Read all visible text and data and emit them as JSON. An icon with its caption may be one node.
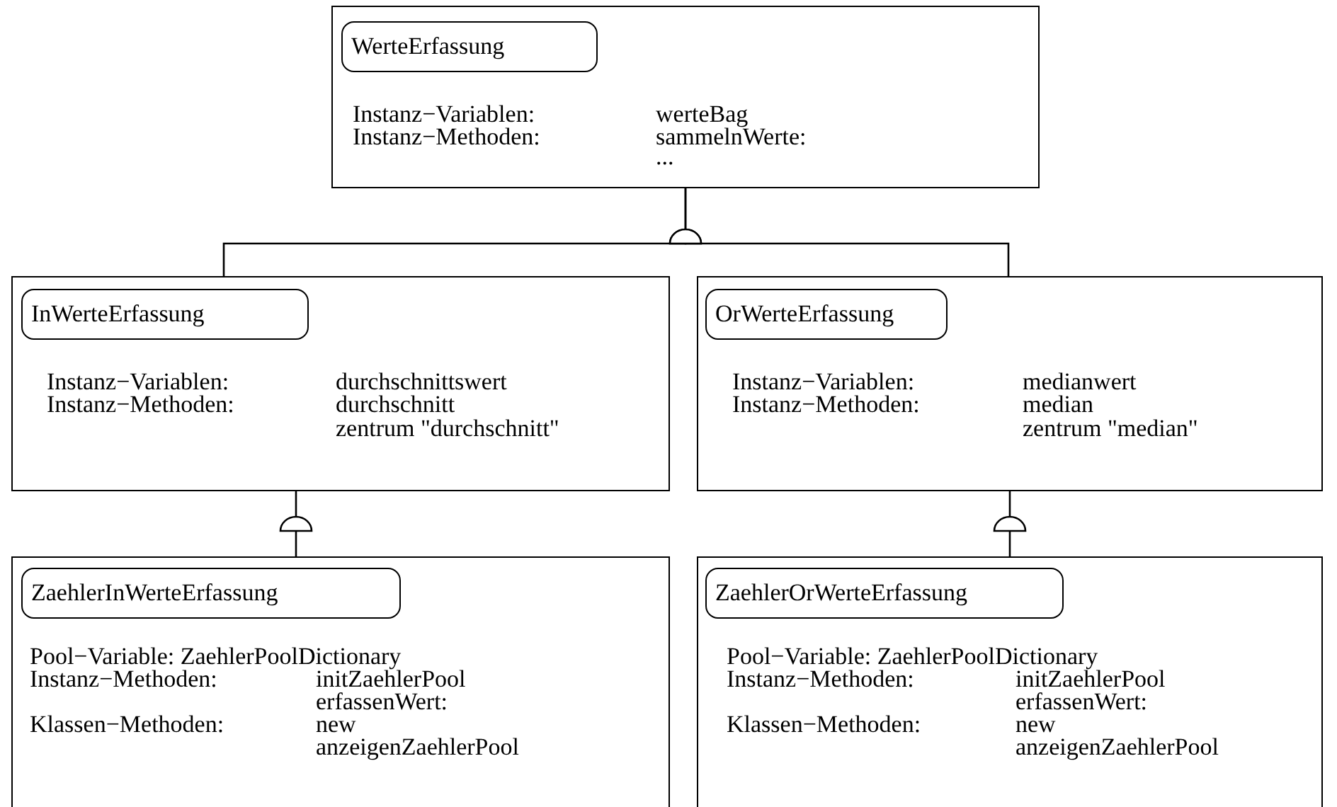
{
  "diagram": {
    "nodes": [
      {
        "text": [
          "WerteErfassung",
          "Instanz−Variablen:",
          "werteBag",
          "Instanz−Methoden:",
          "sammelnWerte:",
          "..."
        ]
      },
      {
        "text": [
          "InWerteErfassung",
          "Instanz−Variablen:",
          "durchschnittswert",
          "Instanz−Methoden:",
          "durchschnitt",
          "zentrum \"durchschnitt\""
        ]
      },
      {
        "text": [
          "OrWerteErfassung",
          "Instanz−Variablen:",
          "medianwert",
          "Instanz−Methoden:",
          "median",
          "zentrum \"median\""
        ]
      },
      {
        "text": [
          "ZaehlerInWerteErfassung",
          "Pool−Variable: ZaehlerPoolDictionary",
          "Instanz−Methoden:",
          "initZaehlerPool",
          "erfassenWert:",
          "Klassen−Methoden:",
          "new",
          "anzeigenZaehlerPool"
        ]
      },
      {
        "text": [
          "ZaehlerOrWerteErfassung",
          "Pool−Variable: ZaehlerPoolDictionary",
          "Instanz−Methoden:",
          "initZaehlerPool",
          "erfassenWert:",
          "Klassen−Methoden:",
          "new",
          "anzeigenZaehlerPool"
        ]
      }
    ],
    "edges": [
      {
        "from": 1,
        "to": 0,
        "arrow": "other"
      },
      {
        "from": 2,
        "to": 0,
        "arrow": "other"
      },
      {
        "from": 3,
        "to": 1,
        "arrow": "other"
      },
      {
        "from": 4,
        "to": 2,
        "arrow": "other"
      }
    ]
  }
}
